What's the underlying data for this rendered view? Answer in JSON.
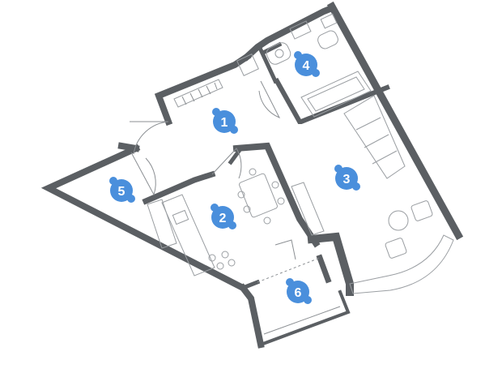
{
  "plan": {
    "wall_color": "#5b5f63",
    "badge_color": "#4a8fdc",
    "badge_text_color": "#ffffff",
    "rooms": [
      {
        "id": "1",
        "label": "1"
      },
      {
        "id": "2",
        "label": "2"
      },
      {
        "id": "3",
        "label": "3"
      },
      {
        "id": "4",
        "label": "4"
      },
      {
        "id": "5",
        "label": "5"
      },
      {
        "id": "6",
        "label": "6"
      }
    ]
  }
}
